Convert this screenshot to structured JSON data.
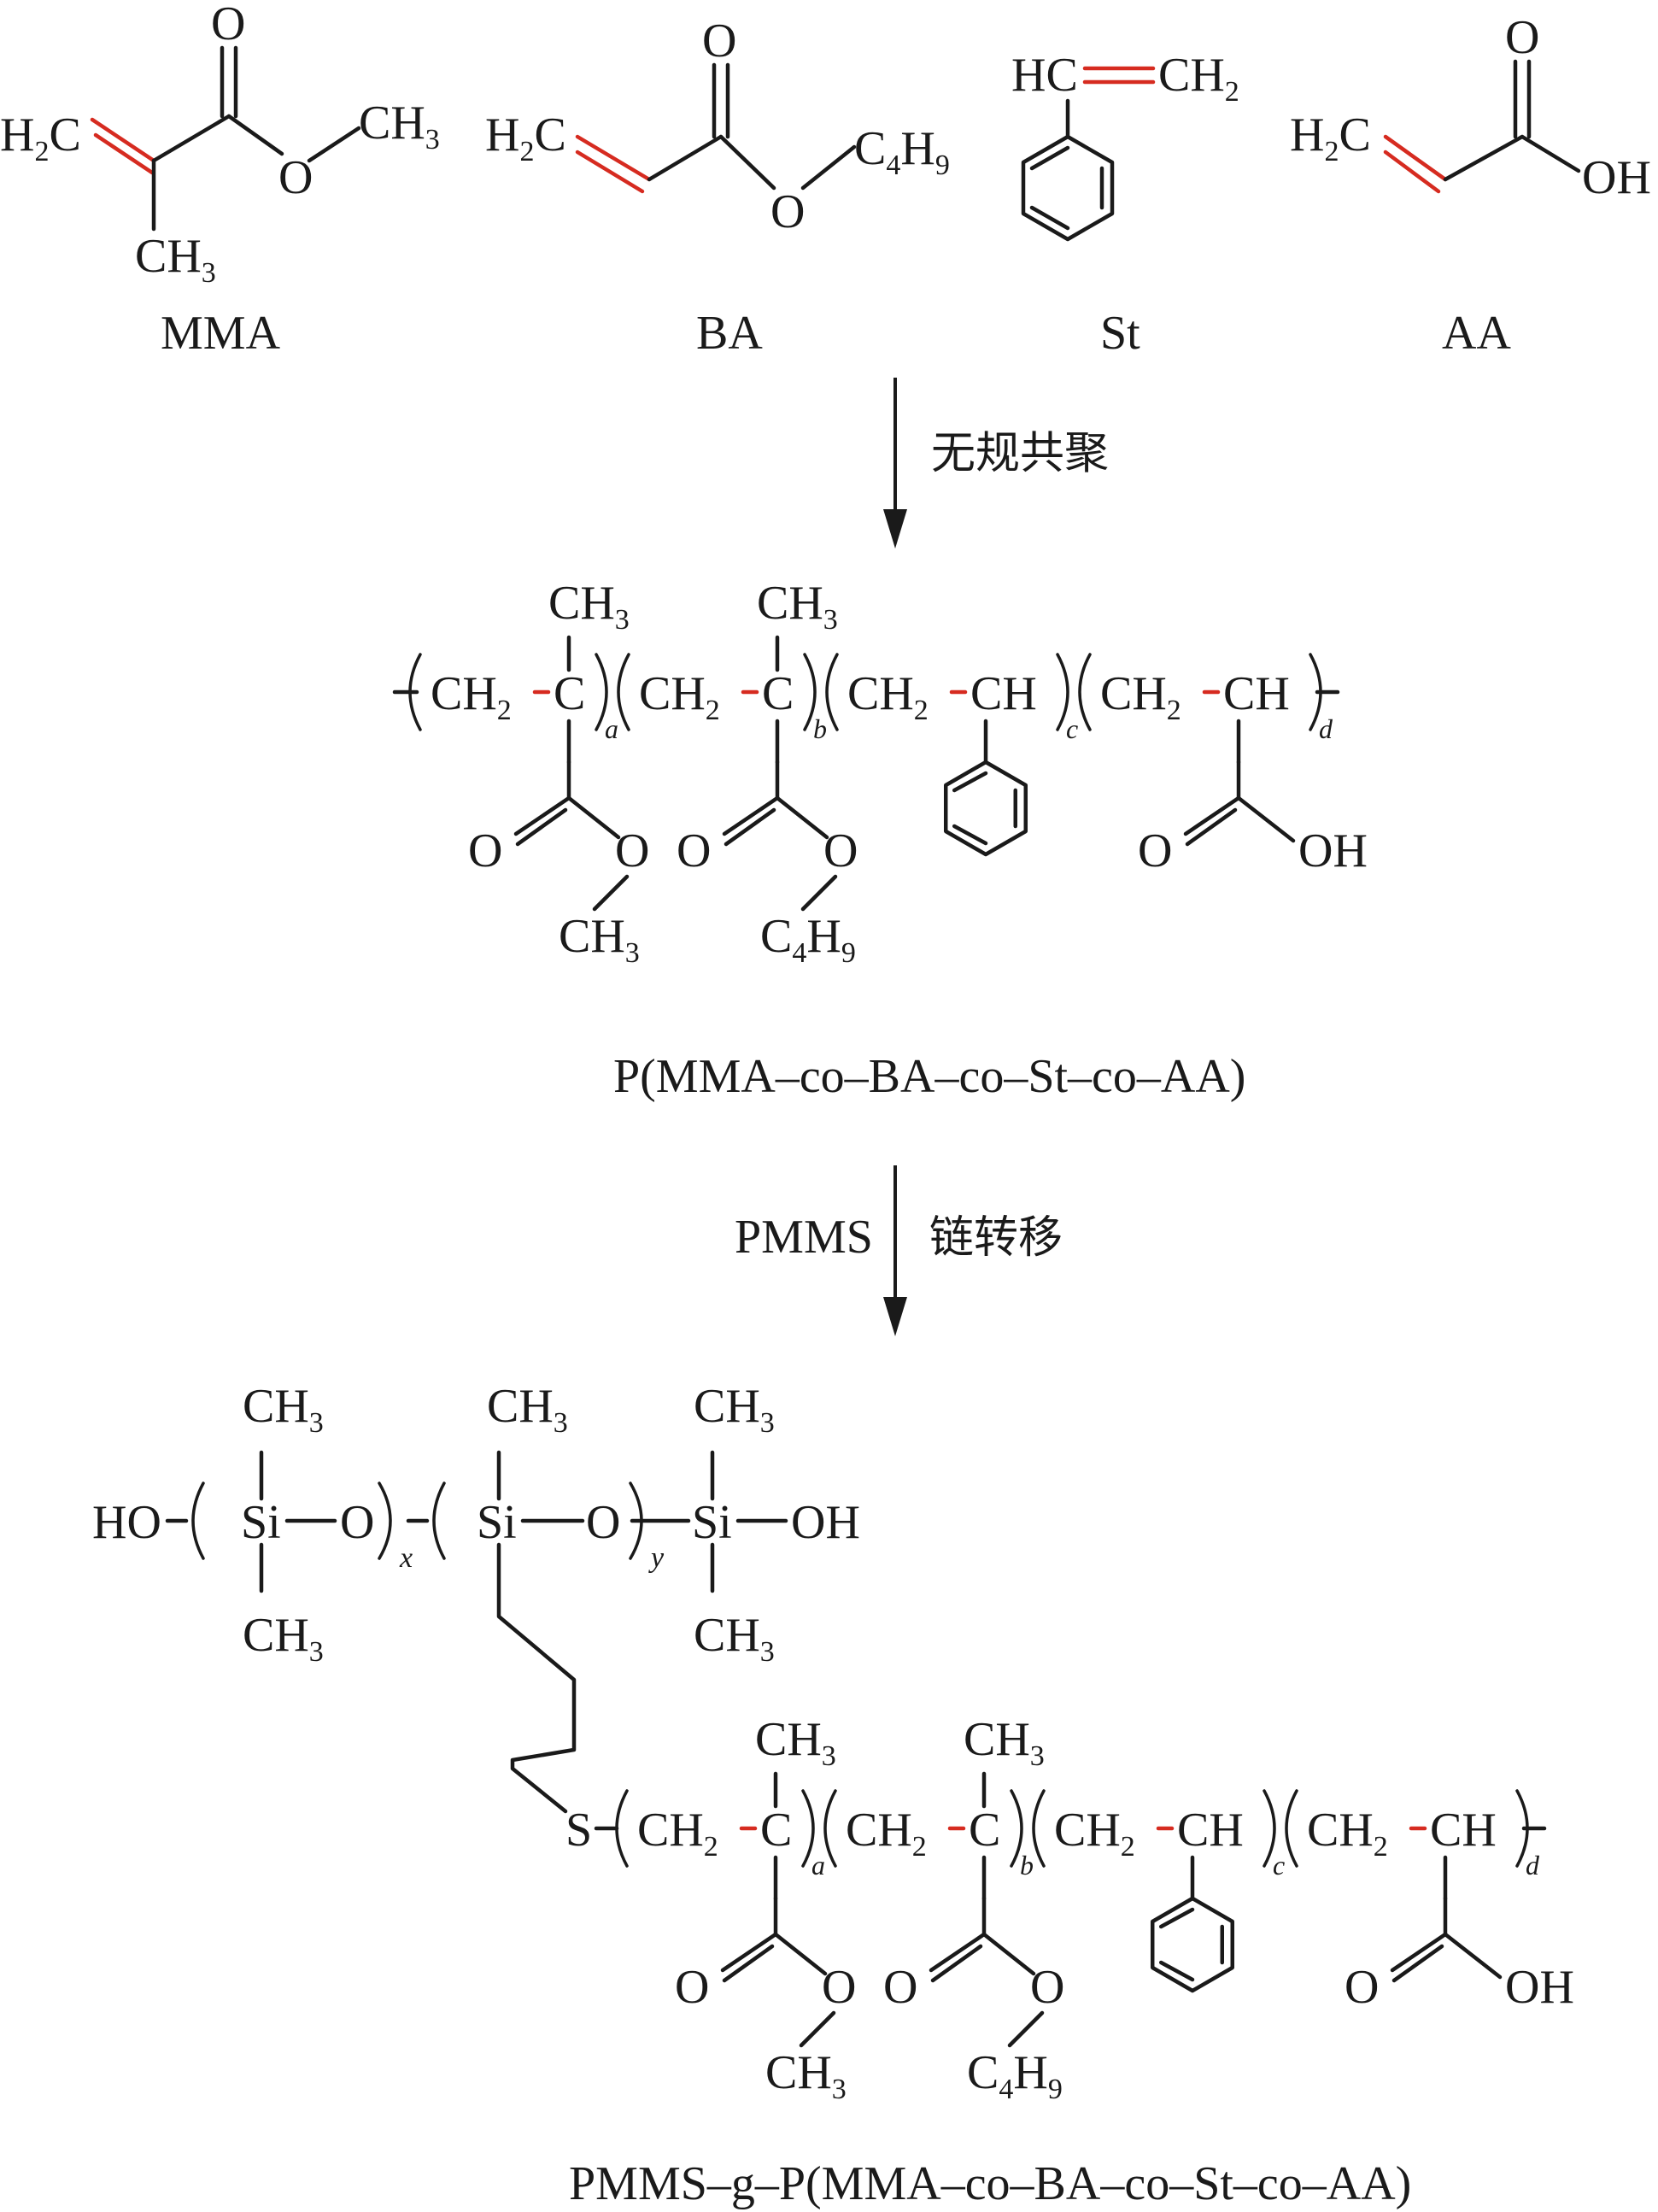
{
  "monomers": {
    "mma": {
      "name": "MMA",
      "h2c": "H",
      "h2c_sub": "2",
      "h2c_c": "C",
      "carbonyl_o": "O",
      "ester_o": "O",
      "methyl_c": "CH",
      "methyl_sub": "3",
      "ester_ch": "CH",
      "ester_sub": "3"
    },
    "ba": {
      "name": "BA",
      "h2c": "H",
      "h2c_sub": "2",
      "h2c_c": "C",
      "carbonyl_o": "O",
      "ester_o": "O",
      "c": "C",
      "c_sub": "4",
      "h": "H",
      "h_sub": "9"
    },
    "st": {
      "name": "St",
      "hc": "HC",
      "ch": "CH",
      "ch_sub": "2"
    },
    "aa": {
      "name": "AA",
      "h2c": "H",
      "h2c_sub": "2",
      "h2c_c": "C",
      "carbonyl_o": "O",
      "oh": "OH"
    }
  },
  "step1": {
    "label": "无规共聚"
  },
  "copolymer": {
    "name": "P(MMA–co–BA–co–St–co–AA)",
    "ch2": "CH",
    "sub2": "2",
    "c": "C",
    "ch": "CH",
    "ch3": "CH",
    "sub3": "3",
    "o": "O",
    "oh": "OH",
    "c4": "C",
    "sub4": "4",
    "h9": "H",
    "sub9": "9",
    "idx": [
      "a",
      "b",
      "c",
      "d"
    ]
  },
  "step2": {
    "reagent": "PMMS",
    "label": "链转移"
  },
  "siloxane": {
    "ho": "HO",
    "si": "Si",
    "o": "O",
    "oh": "OH",
    "ch": "CH",
    "sub3": "3",
    "s": "S",
    "idx": [
      "x",
      "y"
    ]
  },
  "graft": {
    "name": "PMMS–g–P(MMA–co–BA–co–St–co–AA)"
  },
  "colors": {
    "new_bond": "#d62b20",
    "ink": "#1a1a1a"
  }
}
